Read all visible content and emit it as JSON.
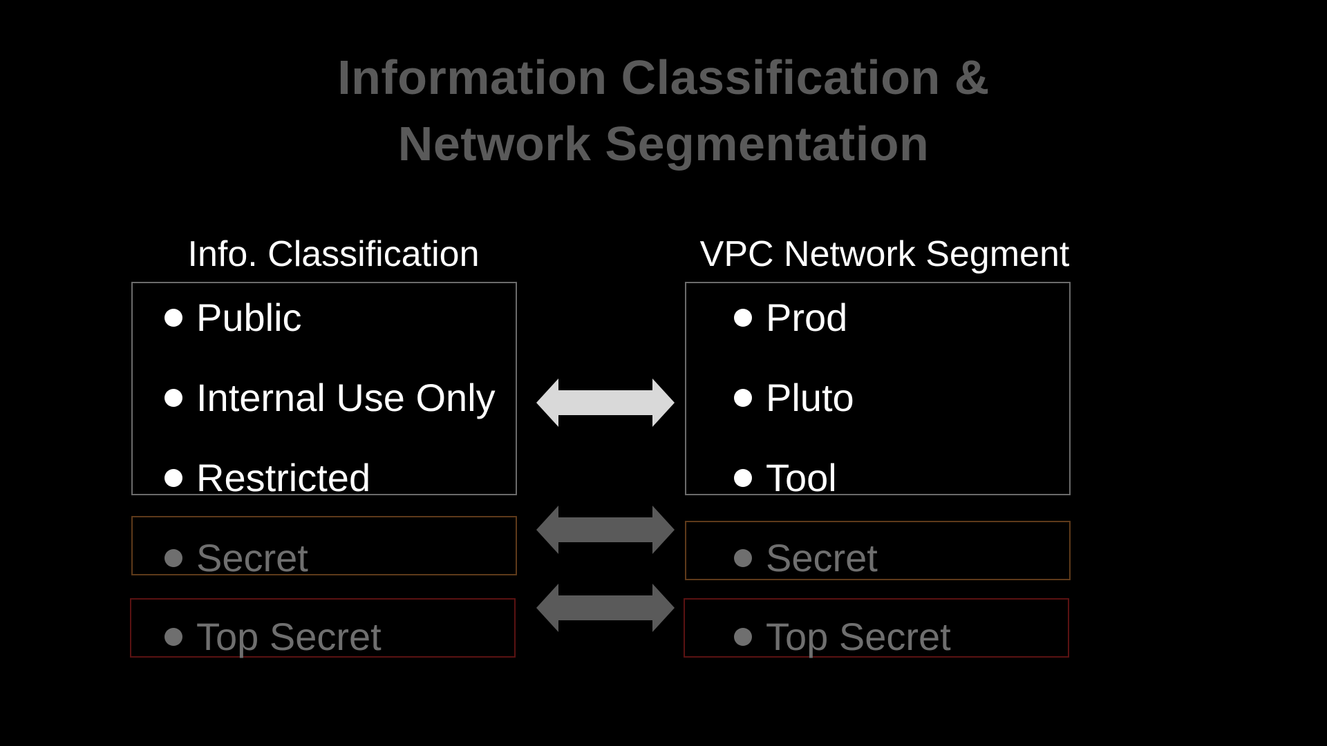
{
  "title": {
    "line1": "Information Classification &",
    "line2": "Network Segmentation"
  },
  "left_column": {
    "heading": "Info. Classification",
    "main_items": [
      "Public",
      "Internal Use Only",
      "Restricted"
    ],
    "secret": "Secret",
    "top_secret": "Top Secret"
  },
  "right_column": {
    "heading": "VPC Network Segment",
    "main_items": [
      "Prod",
      "Pluto",
      "Tool"
    ],
    "secret": "Secret",
    "top_secret": "Top Secret"
  },
  "colors": {
    "background": "#000000",
    "title": "#5a5a5a",
    "main_text": "#ffffff",
    "dim_text": "#6f6f6f",
    "main_box_border": "#6b6b6b",
    "secret_box_border": "#5e3a1a",
    "top_secret_box_border": "#5a1212",
    "main_arrow": "#d9d9d9",
    "dim_arrow": "#5a5a5a"
  }
}
